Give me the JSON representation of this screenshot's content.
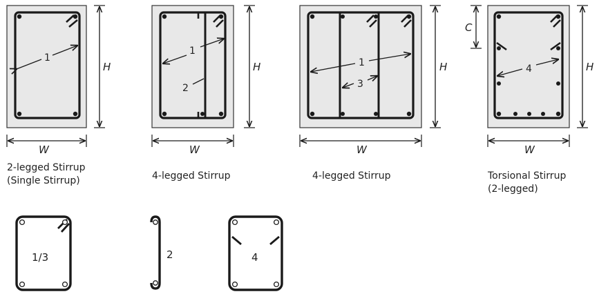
{
  "sections": [
    {
      "caption_line1": "2-legged Stirrup",
      "caption_line2": "(Single Stirrup)",
      "callouts": [
        "1"
      ],
      "width_label": "W",
      "height_label": "H"
    },
    {
      "caption_line1": "4-legged Stirrup",
      "callouts": [
        "1",
        "2"
      ],
      "width_label": "W",
      "height_label": "H"
    },
    {
      "caption_line1": "4-legged Stirrup",
      "callouts": [
        "1",
        "3"
      ],
      "width_label": "W",
      "height_label": "H"
    },
    {
      "caption_line1": "Torsional Stirrup",
      "caption_line2": "(2-legged)",
      "callouts": [
        "4"
      ],
      "width_label": "W",
      "height_label": "H",
      "cover_label": "C"
    }
  ],
  "legend": [
    {
      "label": "1/3"
    },
    {
      "label": "2"
    },
    {
      "label": "4"
    }
  ],
  "colors": {
    "section_fill": "#e8e8e8",
    "outline": "#333333",
    "bar": "#1a1a1a"
  }
}
